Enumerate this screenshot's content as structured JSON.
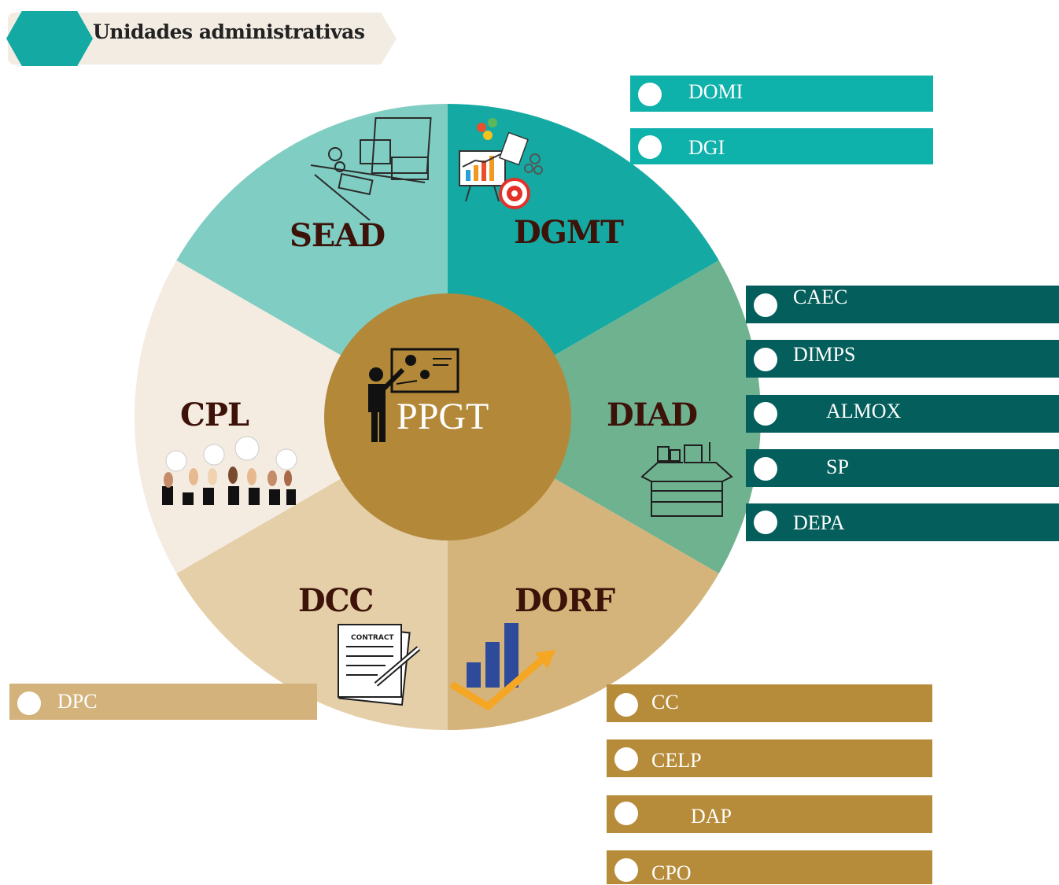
{
  "header": {
    "title": "Unidades administrativas"
  },
  "center": {
    "label": "PPGT"
  },
  "segments": {
    "sead": "SEAD",
    "dgmt": "DGMT",
    "diad": "DIAD",
    "dorf": "DORF",
    "dcc": "DCC",
    "cpl": "CPL"
  },
  "icons": {
    "sead": "computer-desk-icon",
    "dgmt": "strategy-board-icon",
    "diad": "supply-box-icon",
    "dorf": "growth-chart-icon",
    "dcc": "contract-icon",
    "cpl": "raised-hands-icon",
    "center": "presenter-icon"
  },
  "tags": {
    "dgmt": [
      "DOMI",
      "DGI"
    ],
    "diad": [
      "CAEC",
      "DIMPS",
      "ALMOX",
      "SP",
      "DEPA"
    ],
    "dorf": [
      "CC",
      "CELP",
      "DAP",
      "CPO"
    ],
    "dcc": [
      "DPC"
    ]
  },
  "colors": {
    "sead": "#7fcdc3",
    "dgmt": "#14aaa3",
    "diad": "#6fb290",
    "dorf": "#d4b47b",
    "dcc": "#e4cfa8",
    "cpl": "#f4ebe1",
    "center": "#b38939",
    "label": "#3d1208"
  }
}
